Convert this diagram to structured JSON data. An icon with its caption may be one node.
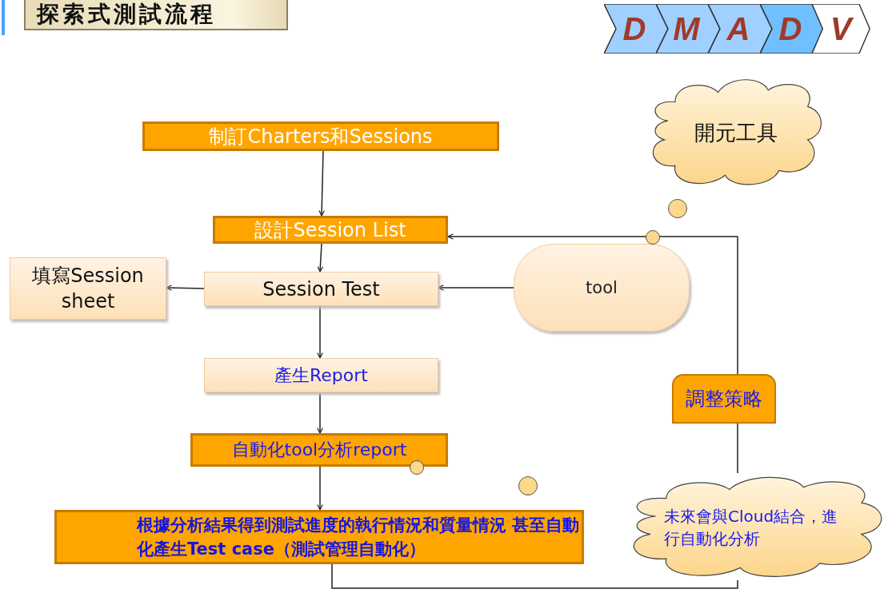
{
  "diagram": {
    "title": "探索式測試流程",
    "nodes": [
      {
        "text": [
          "D"
        ]
      },
      {
        "text": [
          "M"
        ]
      },
      {
        "text": [
          "A"
        ]
      },
      {
        "text": [
          "D"
        ]
      },
      {
        "text": [
          "V"
        ]
      },
      {
        "text": [
          "制訂Charters和Sessions"
        ]
      },
      {
        "text": [
          "設計Session List"
        ]
      },
      {
        "text": [
          "填寫Session sheet"
        ]
      },
      {
        "text": [
          "Session Test"
        ]
      },
      {
        "text": [
          "tool"
        ]
      },
      {
        "text": [
          "產生Report"
        ]
      },
      {
        "text": [
          "自動化tool分析report"
        ]
      },
      {
        "text": [
          "開元工具"
        ]
      },
      {
        "text": [
          "調整策略"
        ]
      },
      {
        "text": [
          "根據分析結果得到測試進度的執行情況和質量情況 甚至自動化產生Test case（測試管理自動化）"
        ]
      },
      {
        "text": [
          "未來會與Cloud結合，進行自動化分析"
        ]
      }
    ],
    "edges": [
      {
        "from": 5,
        "to": 6,
        "arrow": "to"
      },
      {
        "from": 6,
        "to": 8,
        "arrow": "to"
      },
      {
        "from": 8,
        "to": 7,
        "arrow": "to"
      },
      {
        "from": 9,
        "to": 8,
        "arrow": "to"
      },
      {
        "from": 8,
        "to": 10,
        "arrow": "to"
      },
      {
        "from": 10,
        "to": 11,
        "arrow": "to"
      },
      {
        "from": 11,
        "to": 14,
        "arrow": "to"
      },
      {
        "from": 14,
        "to": 15,
        "arrow": "none"
      },
      {
        "from": 15,
        "to": 13,
        "arrow": "none"
      },
      {
        "from": 13,
        "to": 6,
        "arrow": "to"
      }
    ]
  }
}
